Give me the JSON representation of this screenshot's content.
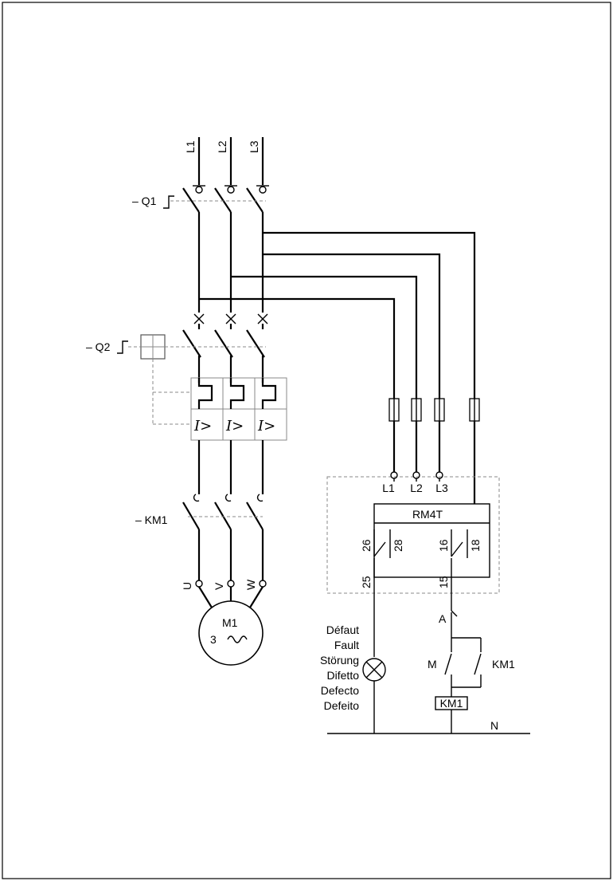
{
  "supply": {
    "l1": "L1",
    "l2": "L2",
    "l3": "L3"
  },
  "devices": {
    "q1": "– Q1",
    "q2": "– Q2",
    "km1": "– KM1"
  },
  "trip_symbol": "I>",
  "motor": {
    "name": "M1",
    "phases": "3",
    "terminals": [
      "U",
      "V",
      "W"
    ]
  },
  "relay": {
    "name": "RM4T",
    "inputs": [
      "L1",
      "L2",
      "L3"
    ],
    "contacts": [
      "26",
      "28",
      "25",
      "16",
      "18",
      "15"
    ]
  },
  "control": {
    "stop": "A",
    "start": "M",
    "hold": "KM1",
    "coil": "KM1",
    "neutral": "N"
  },
  "fault_labels": [
    "Défaut",
    "Fault",
    "Störung",
    "Difetto",
    "Defecto",
    "Defeito"
  ]
}
